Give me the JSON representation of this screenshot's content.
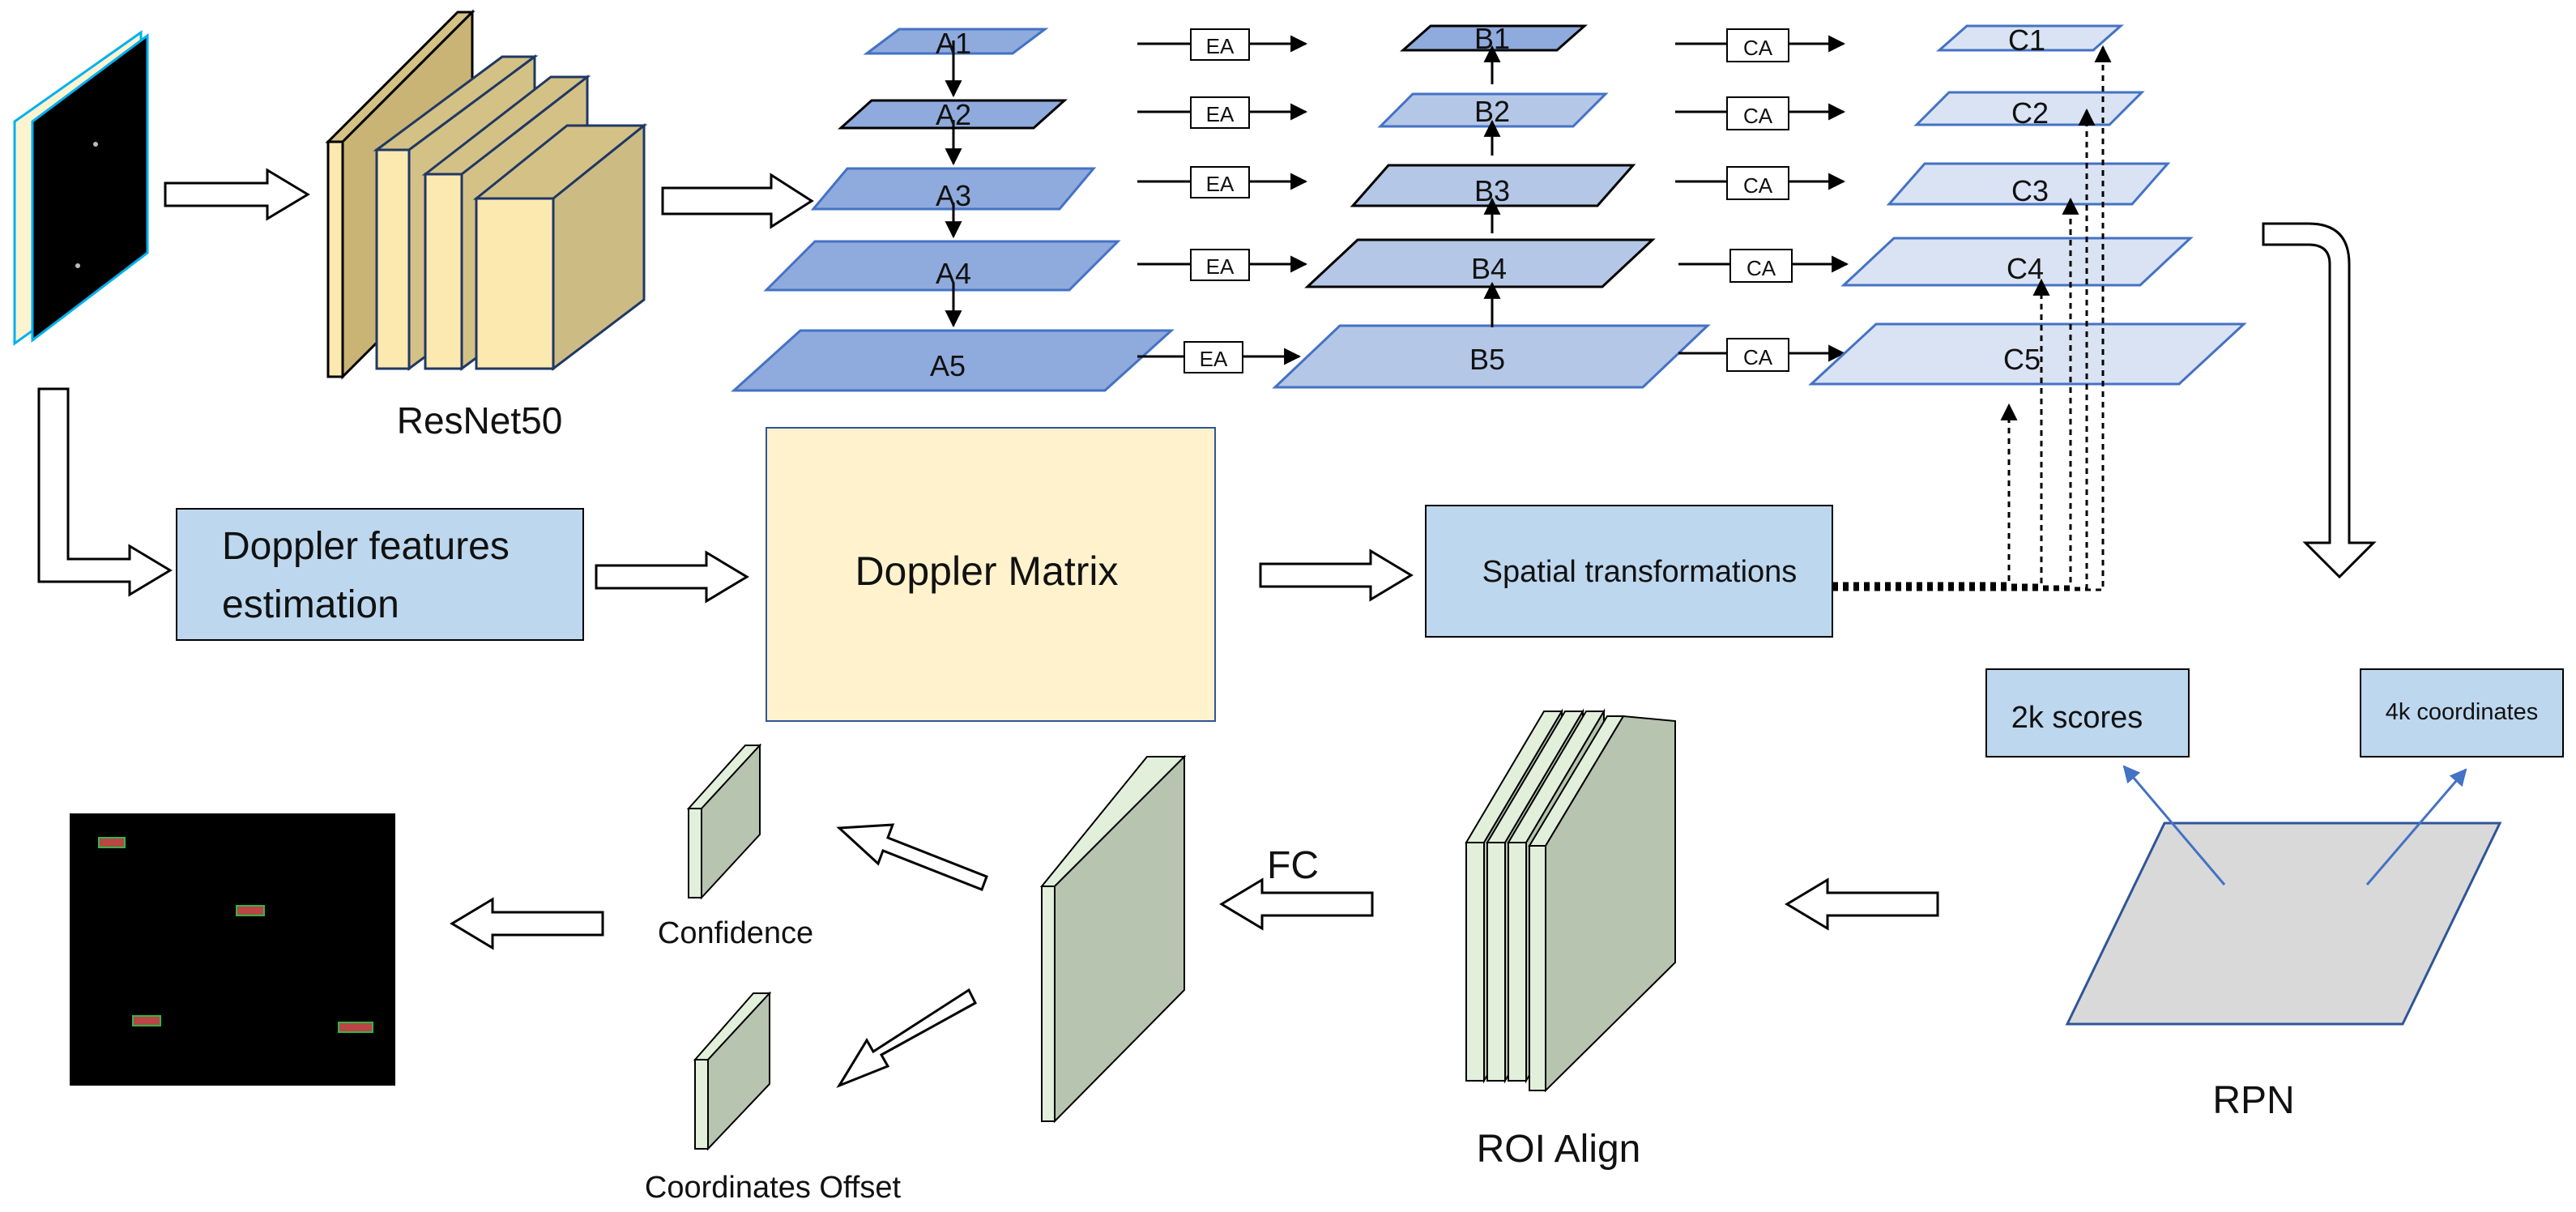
{
  "backbone": {
    "label": "ResNet50"
  },
  "pyramid": {
    "a_levels": [
      "A1",
      "A2",
      "A3",
      "A4",
      "A5"
    ],
    "b_levels": [
      "B1",
      "B2",
      "B3",
      "B4",
      "B5"
    ],
    "c_levels": [
      "C1",
      "C2",
      "C3",
      "C4",
      "C5"
    ],
    "ea_label": "EA",
    "ca_label": "CA"
  },
  "doppler": {
    "estimation": "Doppler features estimation",
    "estimation_line1": "Doppler features",
    "estimation_line2": "estimation",
    "matrix": "Doppler Matrix",
    "spatial": "Spatial transformations"
  },
  "rpn": {
    "scores": "2k scores",
    "coordinates": "4k coordinates",
    "label": "RPN"
  },
  "head": {
    "roi_align": "ROI Align",
    "fc": "FC",
    "confidence": "Confidence",
    "offset": "Coordinates Offset"
  },
  "colors": {
    "a_fill": "#8faadc",
    "b_fill": "#b4c7e7",
    "c_fill": "#dae3f3",
    "backbone_fill": "#d4c185",
    "backbone_front": "#fce9b0",
    "box_fill": "#bdd7ee",
    "matrix_fill": "#fff2cc",
    "plate_fill": "#b7c4b0",
    "rpn_fill": "#d9d9d9"
  }
}
